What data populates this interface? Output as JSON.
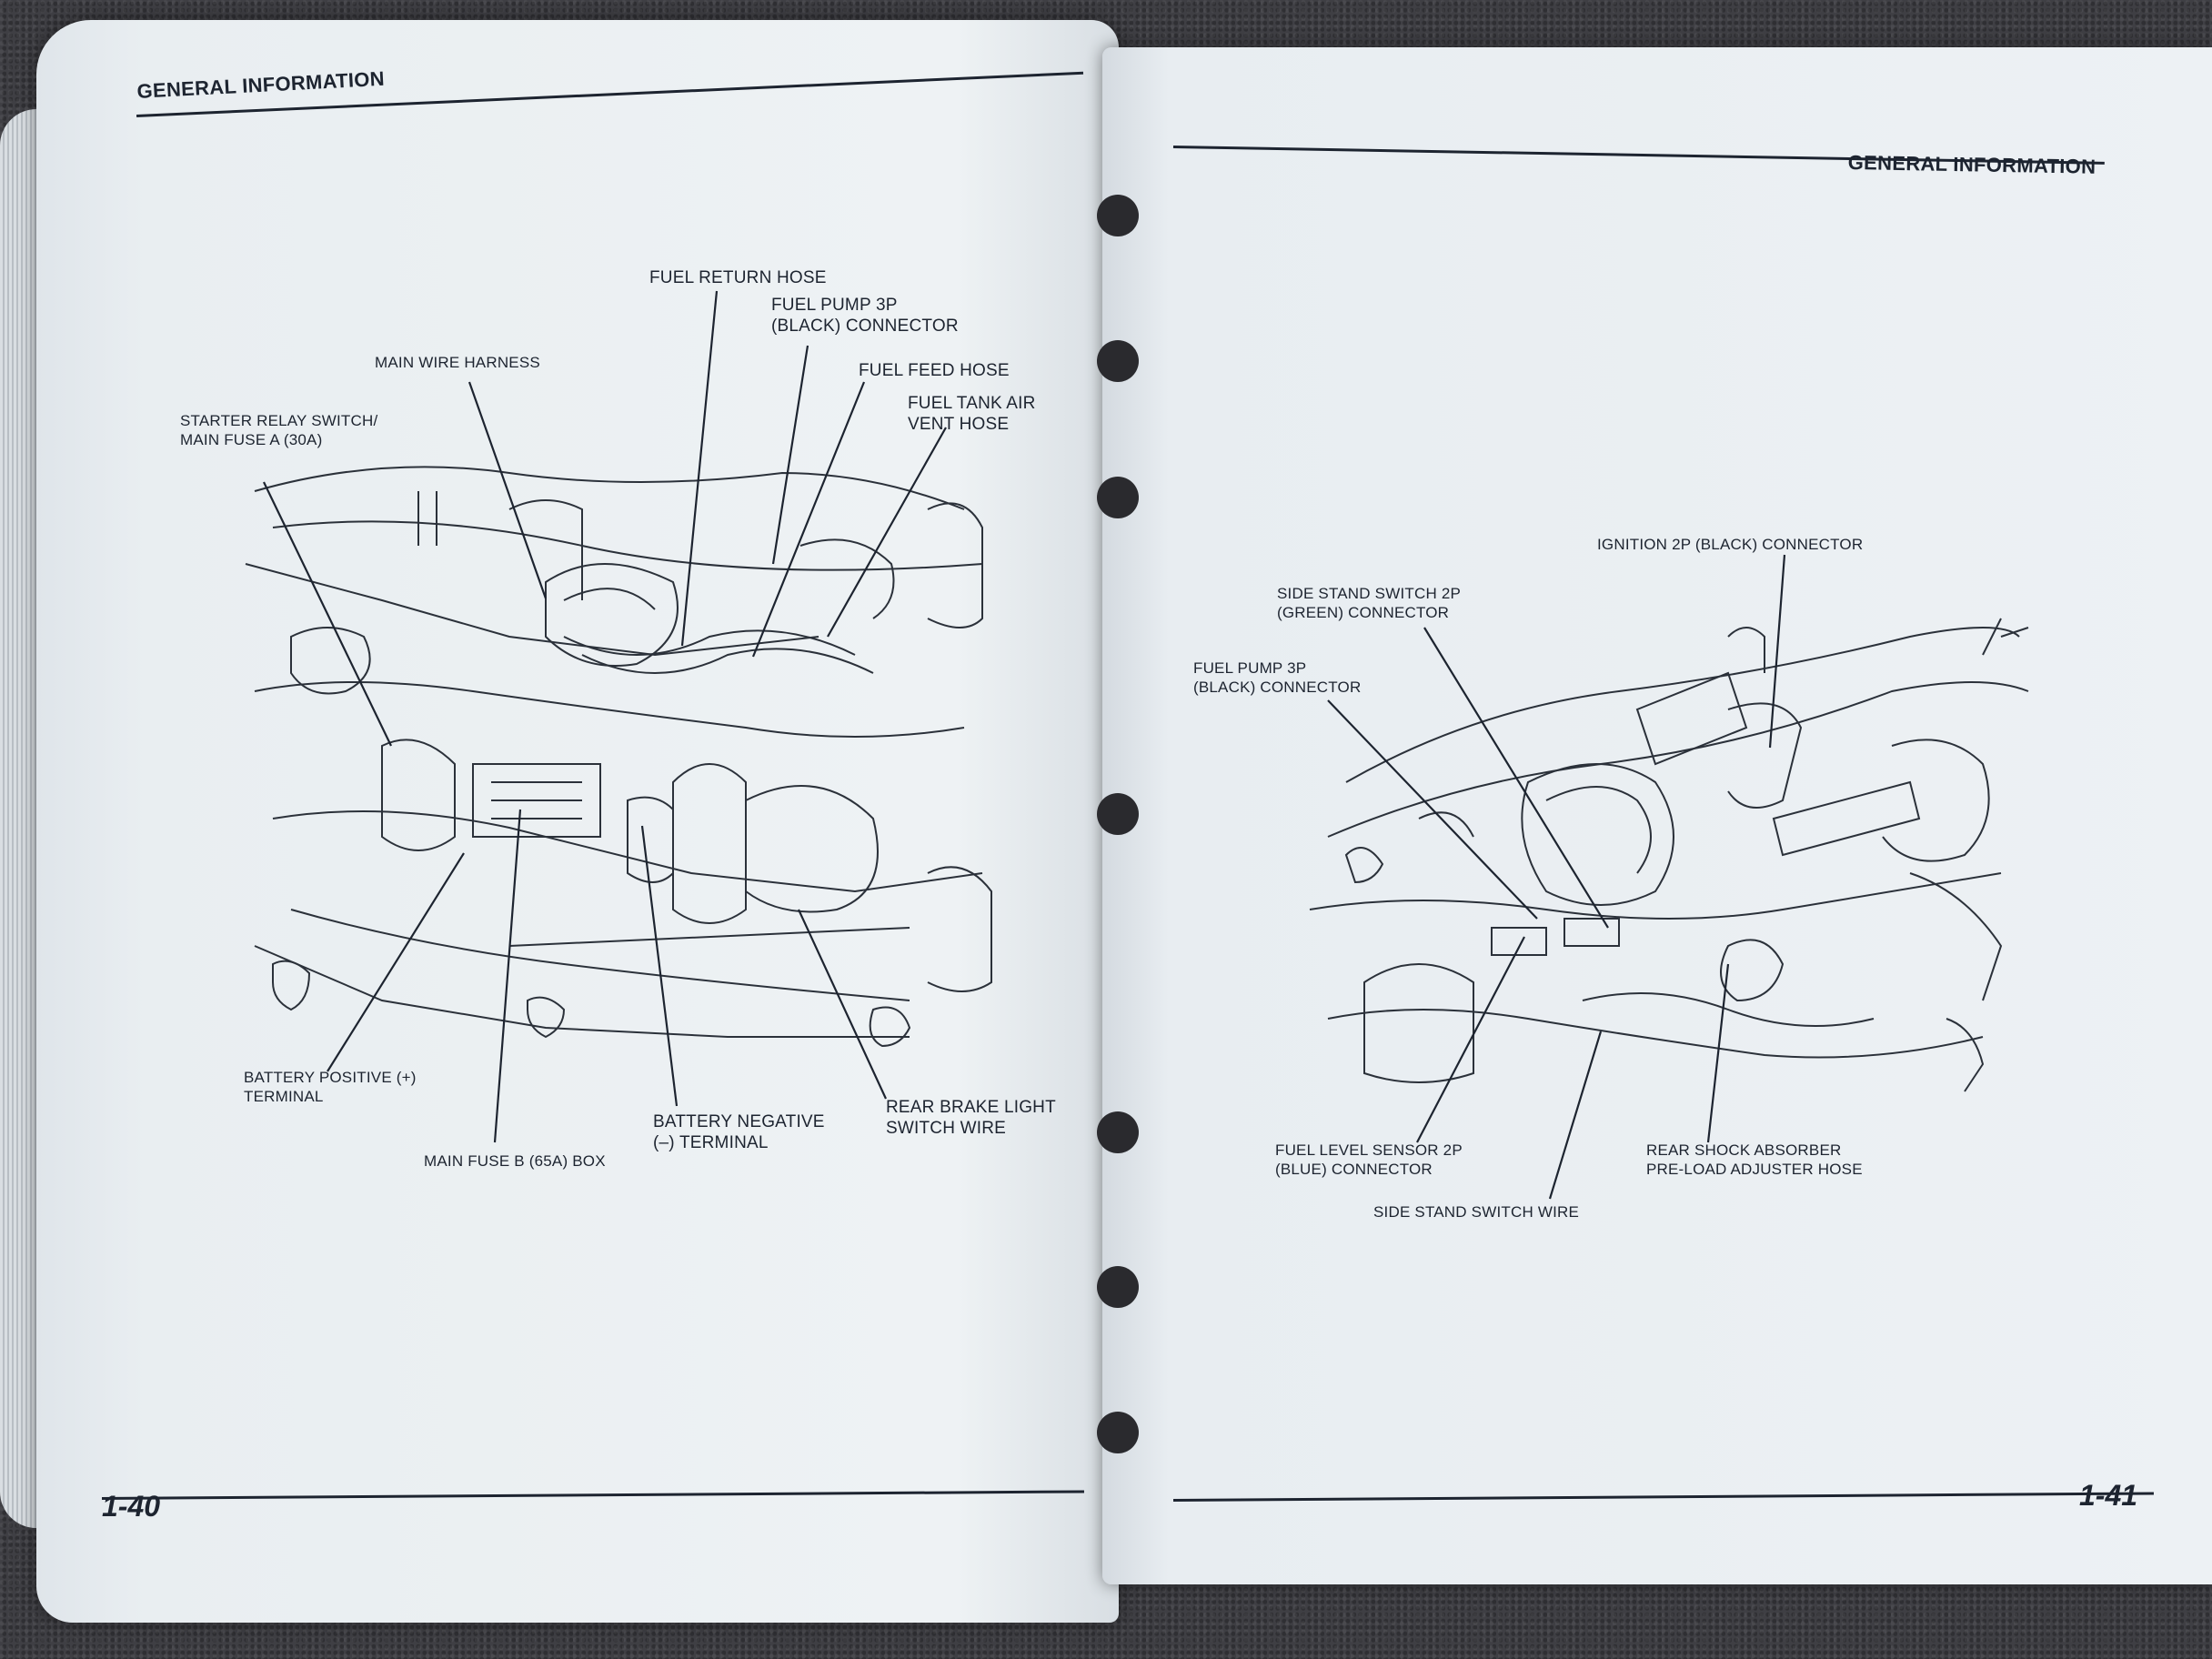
{
  "left_page": {
    "header": "GENERAL INFORMATION",
    "page_number": "1-40",
    "callouts": {
      "fuel_return_hose": "FUEL RETURN HOSE",
      "fuel_pump_connector": "FUEL PUMP 3P\n(BLACK) CONNECTOR",
      "fuel_feed_hose": "FUEL FEED HOSE",
      "fuel_tank_air_vent_hose": "FUEL TANK AIR\nVENT HOSE",
      "main_wire_harness": "MAIN WIRE HARNESS",
      "starter_relay_switch": "STARTER RELAY SWITCH/\nMAIN FUSE A (30A)",
      "battery_positive_terminal": "BATTERY POSITIVE (+)\nTERMINAL",
      "main_fuse_b_box": "MAIN FUSE B (65A) BOX",
      "battery_negative_terminal": "BATTERY NEGATIVE\n(–) TERMINAL",
      "rear_brake_light_switch_wire": "REAR BRAKE LIGHT\nSWITCH WIRE"
    }
  },
  "right_page": {
    "header": "GENERAL INFORMATION",
    "page_number": "1-41",
    "callouts": {
      "ignition_connector": "IGNITION 2P (BLACK) CONNECTOR",
      "side_stand_switch_connector": "SIDE STAND SWITCH 2P\n(GREEN) CONNECTOR",
      "fuel_pump_connector": "FUEL PUMP 3P\n(BLACK) CONNECTOR",
      "fuel_level_sensor_connector": "FUEL LEVEL SENSOR 2P\n(BLUE) CONNECTOR",
      "rear_shock_absorber_hose": "REAR SHOCK ABSORBER\nPRE-LOAD ADJUSTER HOSE",
      "side_stand_switch_wire": "SIDE STAND SWITCH WIRE"
    }
  }
}
